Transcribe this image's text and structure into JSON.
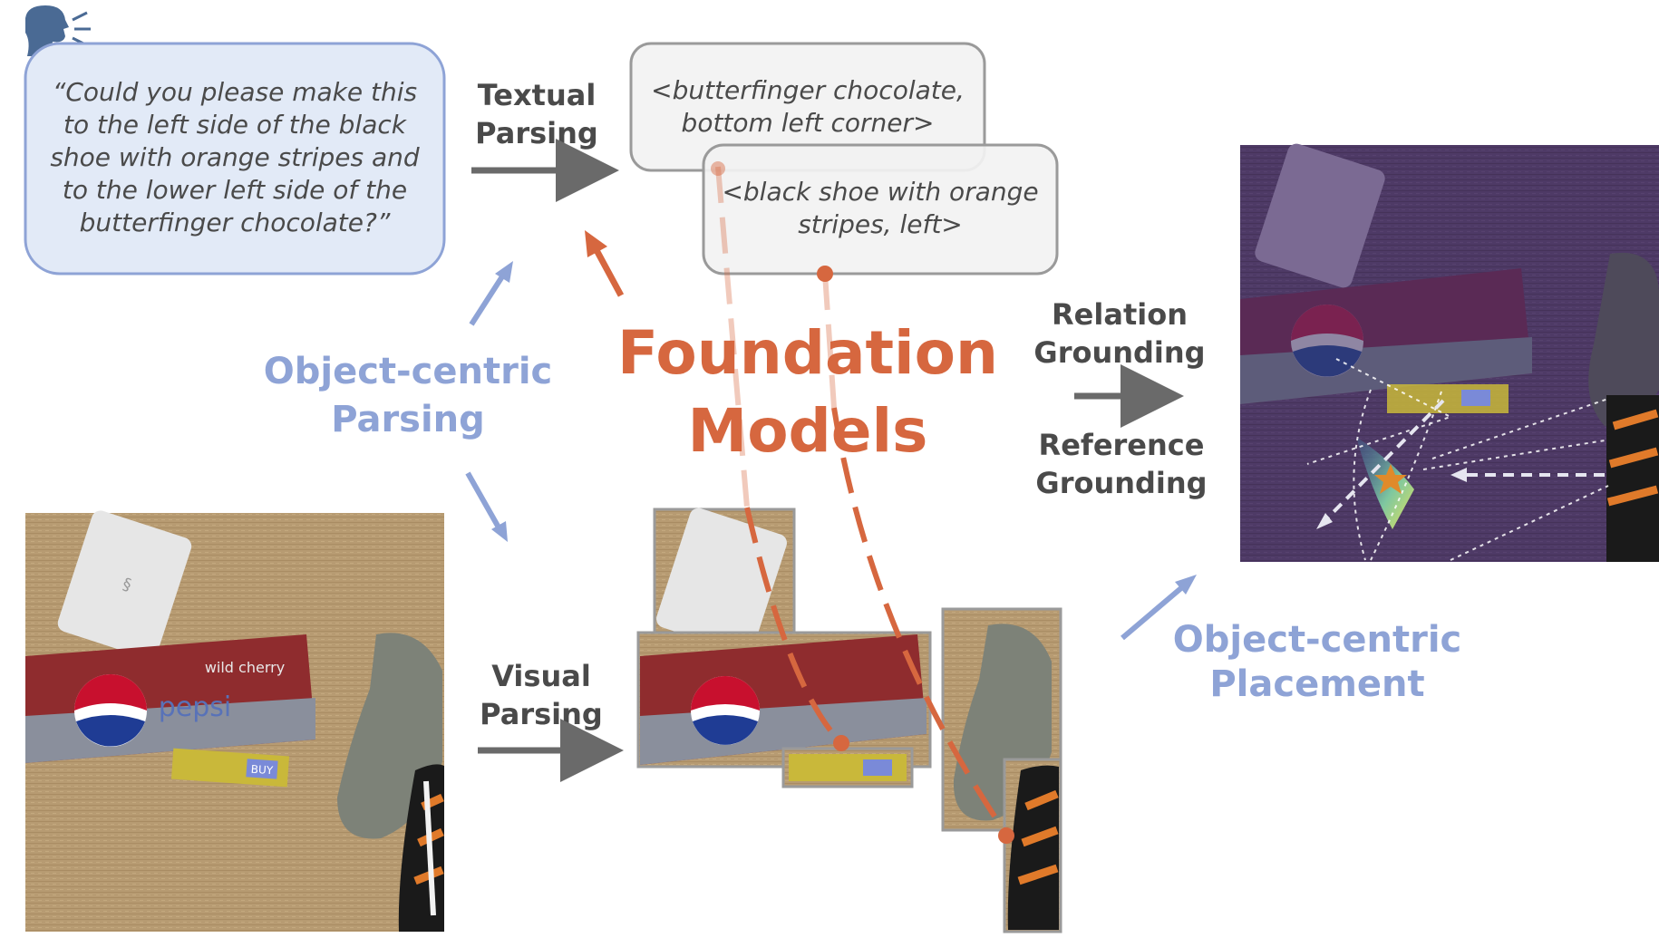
{
  "speech": {
    "icon": "speaking-head-icon",
    "lines": [
      "“Could you please make this",
      "to the left side of the black",
      "shoe with orange stripes and",
      "to the lower left side of the",
      "butterfinger chocolate?”"
    ]
  },
  "textual_parsing": {
    "line1": "Textual",
    "line2": "Parsing"
  },
  "parsed_text_1": {
    "line1": "<butterfinger chocolate,",
    "line2": "bottom left corner>"
  },
  "parsed_text_2": {
    "line1": "<black shoe with orange",
    "line2": "stripes, left>"
  },
  "object_centric_parsing": {
    "line1": "Object-centric",
    "line2": "Parsing"
  },
  "foundation_models": {
    "line1": "Foundation",
    "line2": "Models"
  },
  "relation_grounding": {
    "line1": "Relation",
    "line2": "Grounding"
  },
  "reference_grounding": {
    "line1": "Reference",
    "line2": "Grounding"
  },
  "visual_parsing": {
    "line1": "Visual",
    "line2": "Parsing"
  },
  "object_centric_placement": {
    "line1": "Object-centric",
    "line2": "Placement"
  },
  "scene_labels": {
    "pepsi_logo_text": "pepsi",
    "pepsi_box_text": "wild cherry",
    "candy_text": "BUY"
  },
  "colors": {
    "foundation_orange": "#d6673f",
    "object_centric_blue": "#8ea3d6",
    "dark_gray_text": "#4a4a4a",
    "arrow_gray": "#6a6a6a",
    "speech_fill": "#e2eaf7",
    "speech_border": "#8ea3d6",
    "table_wood": "#b69a70",
    "placement_overlay": "#5b3e7a"
  }
}
